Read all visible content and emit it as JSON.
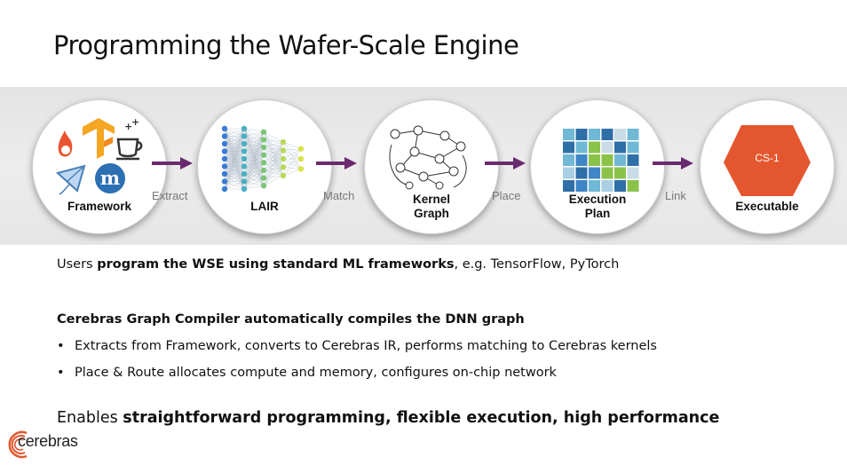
{
  "slide": {
    "title": "Programming the Wafer-Scale Engine"
  },
  "pipeline": {
    "stages": [
      {
        "label": "Framework"
      },
      {
        "label": "LAIR"
      },
      {
        "label": "Kernel Graph",
        "label_line1": "Kernel",
        "label_line2": "Graph"
      },
      {
        "label": "Execution Plan",
        "label_line1": "Execution",
        "label_line2": "Plan"
      },
      {
        "label": "Executable",
        "chip_label": "CS-1"
      }
    ],
    "steps": [
      "Extract",
      "Match",
      "Place",
      "Link"
    ],
    "colors": {
      "arrow": "#6b2a6e",
      "chip": "#e4572e",
      "flame": "#e8542f",
      "tensorflow": "#f5a623",
      "mxnet": "#2c6fb3"
    },
    "framework_icons": [
      "flame-icon",
      "tensorflow-icon",
      "coffee-cup-icon",
      "kite-icon",
      "mxnet-m-icon"
    ]
  },
  "content": {
    "intro_prefix": "Users ",
    "intro_bold": "program the WSE using standard ML frameworks",
    "intro_suffix": ", e.g. TensorFlow, PyTorch",
    "compiler_heading": "Cerebras Graph Compiler automatically compiles the DNN graph",
    "bullets": [
      "Extracts from Framework, converts to Cerebras IR, performs matching to Cerebras kernels",
      "Place & Route allocates compute and memory, configures on-chip network"
    ],
    "enables_prefix": "Enables ",
    "enables_bold": "straightforward programming, flexible execution, high performance"
  },
  "brand": {
    "name": "cerebras"
  }
}
